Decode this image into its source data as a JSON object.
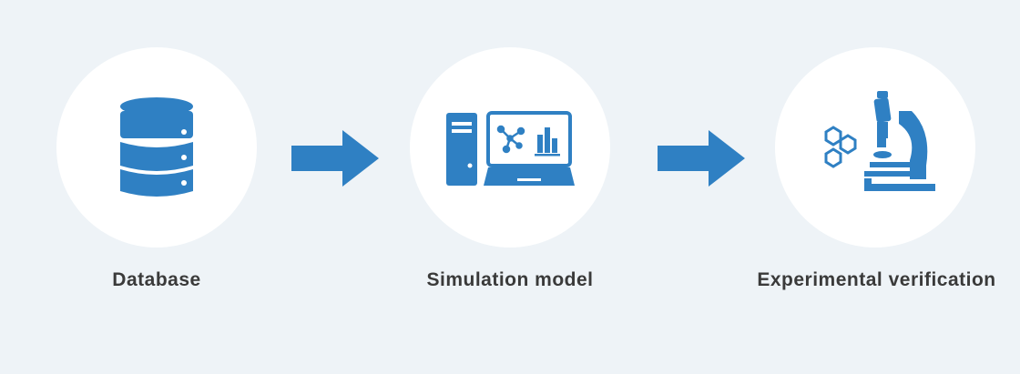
{
  "colors": {
    "background": "#eef3f7",
    "circle": "#ffffff",
    "accent": "#2f80c3",
    "label_text": "#3a3a3a"
  },
  "steps": [
    {
      "label": "Database",
      "icon": "database-icon"
    },
    {
      "label": "Simulation model",
      "icon": "computer-icon"
    },
    {
      "label": "Experimental verification",
      "icon": "microscope-icon"
    }
  ],
  "connectors": [
    {
      "icon": "arrow-right-icon"
    },
    {
      "icon": "arrow-right-icon"
    }
  ]
}
